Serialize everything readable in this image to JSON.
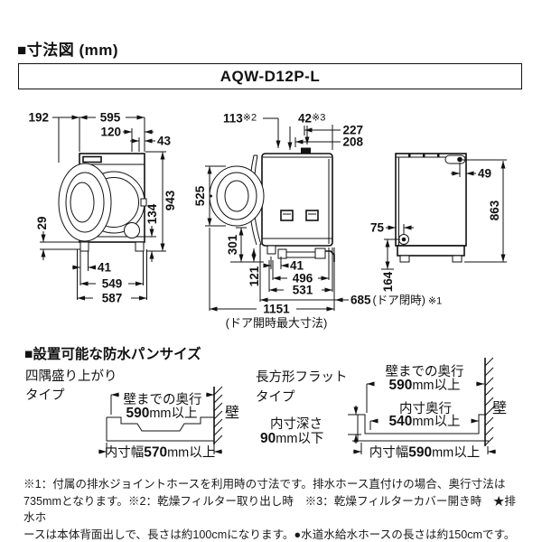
{
  "header": {
    "title": "■寸法図 (mm)",
    "model": "AQW-D12P-L"
  },
  "colors": {
    "line": "#111111",
    "background": "#ffffff"
  },
  "front_view": {
    "d192": "192",
    "d595": "595",
    "d120": "120",
    "d43": "43",
    "d943": "943",
    "d134": "134",
    "d29": "29",
    "d41": "41",
    "d549": "549",
    "d587": "587"
  },
  "side_view": {
    "d113": "113",
    "n2": "※2",
    "d42": "42",
    "n3": "※3",
    "d227": "227",
    "d208": "208",
    "d525": "525",
    "d301": "301",
    "d121": "121",
    "d41": "41",
    "d496": "496",
    "d531": "531",
    "d1151": "1151",
    "d685": "685",
    "d685_note": "(ドア閉時)",
    "n1": "※1",
    "open_caption": "(ドア開時最大寸法)"
  },
  "rear_view": {
    "d49": "49",
    "d863": "863",
    "d75": "75",
    "d164": "164"
  },
  "pan_section": {
    "heading": "■設置可能な防水パンサイズ",
    "corner_type": {
      "label1": "四隅盛り上がり",
      "label2": "タイプ",
      "depth_label": "壁までの奥行",
      "depth_value": "590",
      "depth_suffix": "mm以上",
      "wall": "壁",
      "width_prefix": "内寸幅",
      "width_value": "570",
      "width_suffix": "mm以上"
    },
    "flat_type": {
      "label1": "長方形フラット",
      "label2": "タイプ",
      "depth_label": "壁までの奥行",
      "depth_value": "590",
      "depth_suffix": "mm以上",
      "inner_depth_label": "内寸奥行",
      "inner_depth_value": "540",
      "inner_depth_suffix": "mm以上",
      "pan_depth_label": "内寸深さ",
      "pan_depth_value": "90",
      "pan_depth_suffix": "mm以下",
      "wall": "壁",
      "width_prefix": "内寸幅",
      "width_value": "590",
      "width_suffix": "mm以上"
    }
  },
  "footnotes": {
    "line1": "※1：付属の排水ジョイントホースを利用時の寸法です。排水ホース直付けの場合、奥行寸法は",
    "line2": "735mmとなります。※2：乾燥フィルター取り出し時　※3：乾燥フィルターカバー開き時　★排水ホ",
    "line3": "ースは本体背面出しで、長さは約100cmになります。●水道水給水ホースの長さは約150cmです。"
  }
}
